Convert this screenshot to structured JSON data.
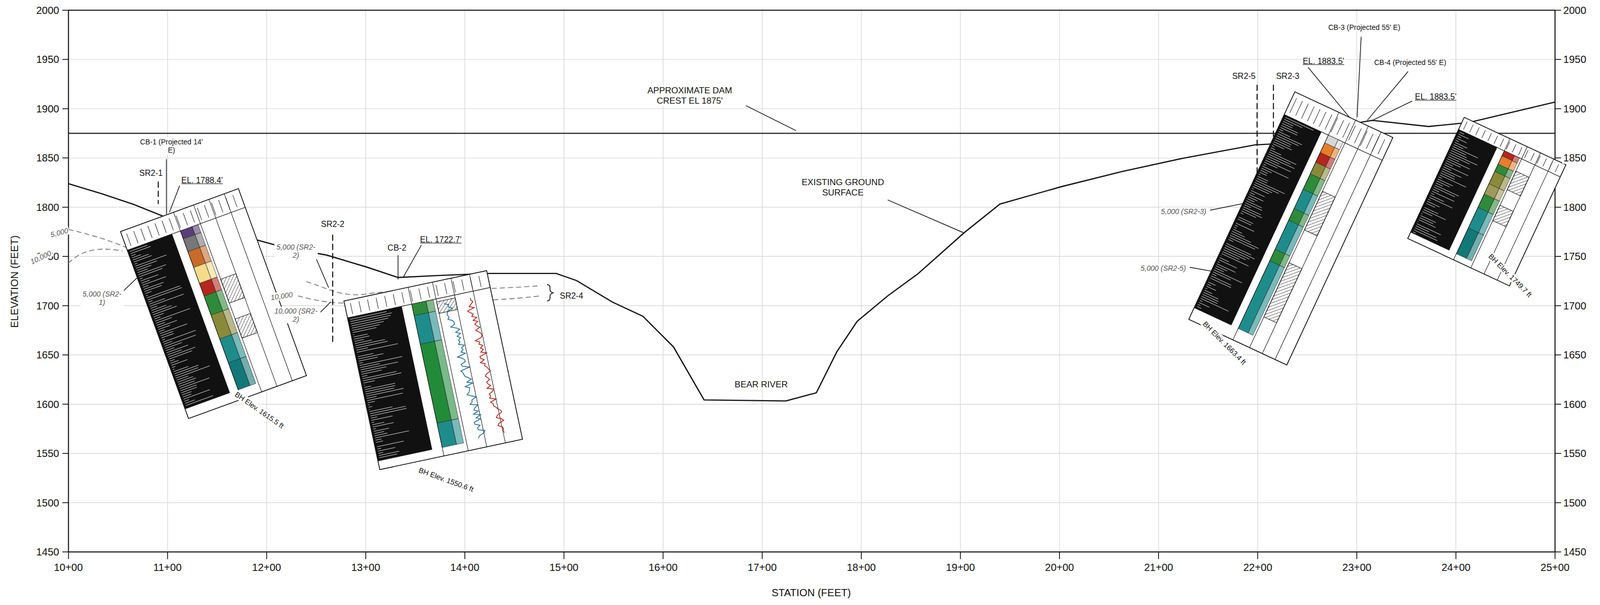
{
  "diagram": {
    "labels": [
      "2000",
      "1950",
      "1900",
      "1850",
      "1800",
      "1750",
      "1700",
      "1650",
      "1600",
      "1550",
      "1500",
      "1450",
      "2000",
      "1950",
      "1900",
      "1850",
      "1800",
      "1750",
      "1700",
      "1650",
      "1600",
      "1550",
      "1500",
      "1450",
      "10+00",
      "11+00",
      "12+00",
      "13+00",
      "14+00",
      "15+00",
      "16+00",
      "17+00",
      "18+00",
      "19+00",
      "20+00",
      "21+00",
      "22+00",
      "23+00",
      "24+00",
      "25+00",
      "ELEVATION (FEET)",
      "STATION (FEET)",
      "APPROXIMATE DAM CREST EL 1875'",
      "EXISTING GROUND SURFACE",
      "BEAR RIVER",
      "CB-1 (Projected 14' E)",
      "SR2-1",
      "EL. 1788.4'",
      "5,000",
      "10,000",
      "5,000 (SR2-1)",
      "SR2-2",
      "5,000 (SR2-2)",
      "10,000",
      "10,000 (SR2-2)",
      "CB-2",
      "EL. 1722.7'",
      "SR2-4",
      "BH Elev. 1615.5 ft",
      "BH Elev. 1550.6 ft",
      "SR2-5",
      "SR2-3",
      "EL. 1883.5'",
      "CB-3 (Projected 55' E)",
      "CB-4 (Projected 55' E)",
      "EL. 1883.5'",
      "5,000 (SR2-3)",
      "5,000 (SR2-5)",
      "BH Elev. 1663.4 ft",
      "BH Elev. 1749.7 ft"
    ]
  }
}
